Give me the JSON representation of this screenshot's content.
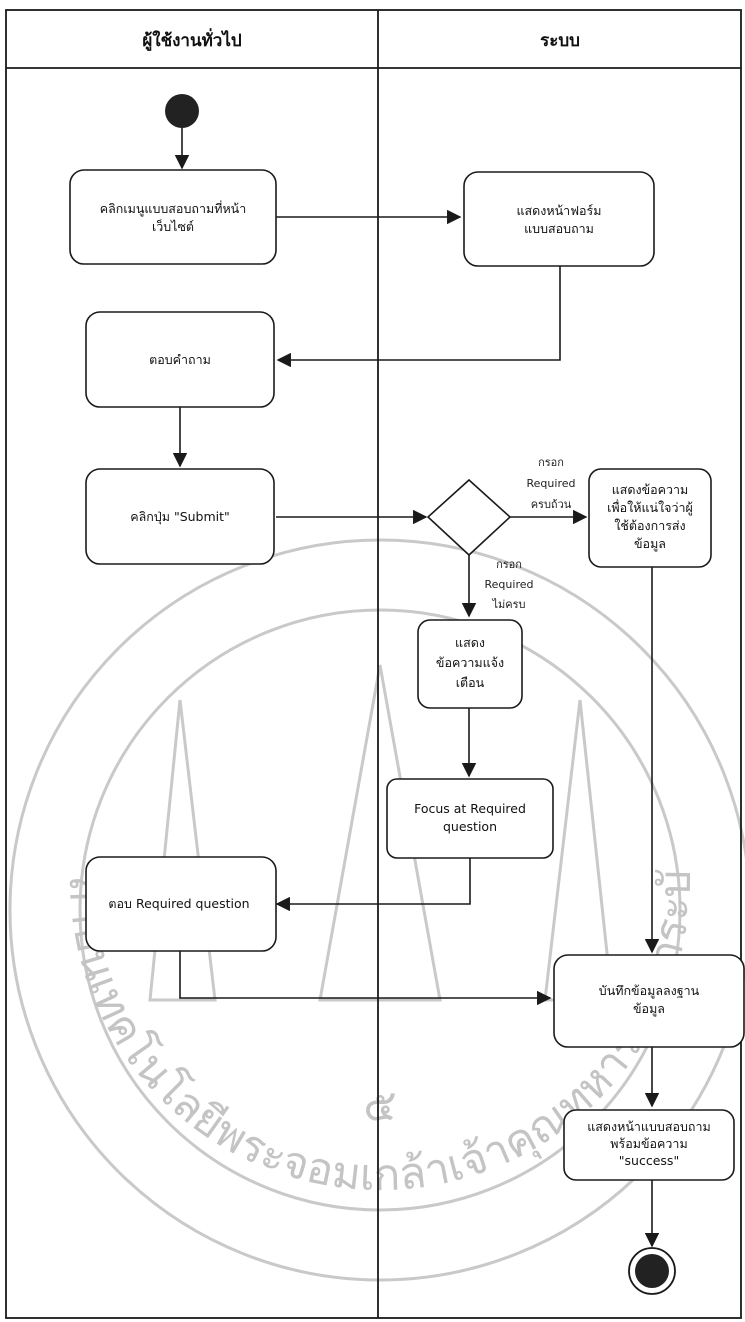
{
  "lanes": {
    "left_title": "ผู้ใช้งานทั่วไป",
    "right_title": "ระบบ"
  },
  "nodes": {
    "click_menu": [
      "คลิกเมนูแบบสอบถามที่หน้า",
      "เว็บไซต์"
    ],
    "show_form": [
      "แสดงหน้าฟอร์ม",
      "แบบสอบถาม"
    ],
    "answer": [
      "ตอบคำถาม"
    ],
    "click_submit": [
      "คลิกปุ่ม \"Submit\""
    ],
    "confirm_msg": [
      "แสดงข้อความ",
      "เพื่อให้แน่ใจว่าผู้",
      "ใช้ต้องการส่ง",
      "ข้อมูล"
    ],
    "alert_msg": [
      "แสดง",
      "ข้อความแจ้ง",
      "เตือน"
    ],
    "focus": [
      "Focus at Required",
      "question"
    ],
    "answer_required": [
      "ตอบ Required question"
    ],
    "save": [
      "บันทึกข้อมูลลงฐาน",
      "ข้อมูล"
    ],
    "success": [
      "แสดงหน้าแบบสอบถาม",
      "พร้อมข้อความ",
      "\"success\""
    ]
  },
  "guards": {
    "complete": [
      "กรอก",
      "Required",
      "ครบถ้วน"
    ],
    "incomplete": [
      "กรอก",
      "Required",
      "ไม่ครบ"
    ]
  },
  "watermark": {
    "text": "สถาบันเทคโนโลยีพระจอมเกล้าเจ้าคุณทหารลาดกระบัง",
    "center_glyph": "๕"
  }
}
